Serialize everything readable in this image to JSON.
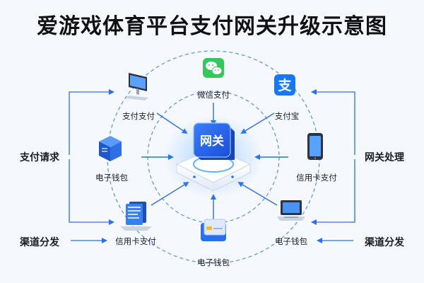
{
  "title": "爱游戏体育平台支付网关升级示意图",
  "hub": {
    "label": "网关"
  },
  "nodes": [
    {
      "id": "wechat",
      "label": "微信支付",
      "icon": "wechat-pay-icon"
    },
    {
      "id": "alipay",
      "label": "支付宝",
      "icon": "alipay-icon"
    },
    {
      "id": "card-right",
      "label": "信用卡支付",
      "icon": "phone-icon"
    },
    {
      "id": "wallet-br",
      "label": "电子钱包",
      "icon": "laptop-icon"
    },
    {
      "id": "wallet-bottom",
      "label": "电子钱包",
      "icon": "wallet-card-icon"
    },
    {
      "id": "card-bl",
      "label": "信用卡支付",
      "icon": "document-stack-icon"
    },
    {
      "id": "wallet-left",
      "label": "电子钱包",
      "icon": "server-box-icon"
    },
    {
      "id": "pay-tl",
      "label": "支付支付",
      "icon": "monitor-icon"
    }
  ],
  "side_labels": {
    "left_top": "支付请求",
    "left_bottom": "渠道分发",
    "right_top": "网关处理",
    "right_bottom": "渠道分发"
  },
  "colors": {
    "accent": "#2a6ff0",
    "dashed": "#5b8fe8",
    "wechat": "#34c759",
    "alipay": "#1677ff"
  }
}
